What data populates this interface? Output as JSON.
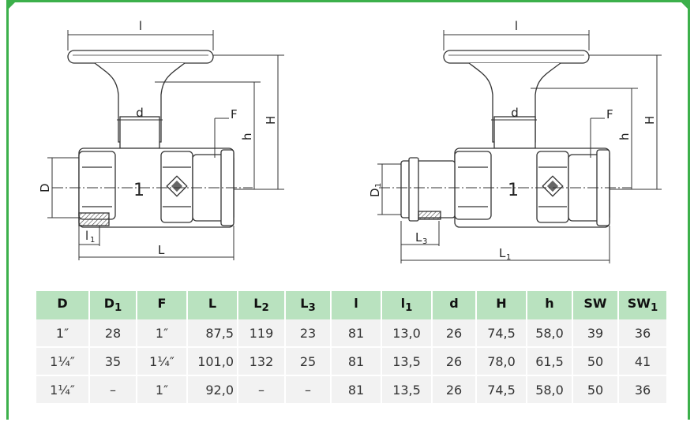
{
  "colors": {
    "frame": "#3cb04b",
    "header_bg": "#b9e2bf",
    "row_bg": "#f2f2f2"
  },
  "left_drawing": {
    "labels": {
      "l": "l",
      "d": "d",
      "F": "F",
      "h": "h",
      "H": "H",
      "D": "D",
      "one": "1",
      "l1": "l",
      "l1_sub": "1",
      "L": "L"
    }
  },
  "right_drawing": {
    "labels": {
      "l": "l",
      "d": "d",
      "F": "F",
      "h": "h",
      "H": "H",
      "D1": "D",
      "D1_sub": "1",
      "one": "1",
      "L3": "L",
      "L3_sub": "3",
      "L1": "L",
      "L1_sub": "1"
    }
  },
  "table": {
    "headers": [
      "D",
      "D1",
      "F",
      "L",
      "L2",
      "L3",
      "l",
      "l1",
      "d",
      "H",
      "h",
      "SW",
      "SW1"
    ],
    "header_display": [
      {
        "main": "D",
        "sub": ""
      },
      {
        "main": "D",
        "sub": "1"
      },
      {
        "main": "F",
        "sub": ""
      },
      {
        "main": "L",
        "sub": ""
      },
      {
        "main": "L",
        "sub": "2"
      },
      {
        "main": "L",
        "sub": "3"
      },
      {
        "main": "l",
        "sub": ""
      },
      {
        "main": "l",
        "sub": "1"
      },
      {
        "main": "d",
        "sub": ""
      },
      {
        "main": "H",
        "sub": ""
      },
      {
        "main": "h",
        "sub": ""
      },
      {
        "main": "SW",
        "sub": ""
      },
      {
        "main": "SW",
        "sub": "1"
      }
    ],
    "rows": [
      [
        "1″",
        "28",
        "1″",
        "87,5",
        "119",
        "23",
        "81",
        "13,0",
        "26",
        "74,5",
        "58,0",
        "39",
        "36"
      ],
      [
        "1¹⁄₄″",
        "35",
        "1¹⁄₄″",
        "101,0",
        "132",
        "25",
        "81",
        "13,5",
        "26",
        "78,0",
        "61,5",
        "50",
        "41"
      ],
      [
        "1¹⁄₄″",
        "–",
        "1″",
        "92,0",
        "–",
        "–",
        "81",
        "13,5",
        "26",
        "74,5",
        "58,0",
        "50",
        "36"
      ]
    ]
  }
}
